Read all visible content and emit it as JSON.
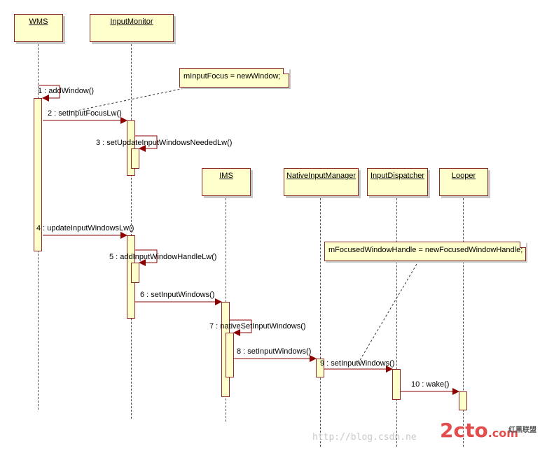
{
  "participants": [
    {
      "id": "wms",
      "label": "WMS"
    },
    {
      "id": "im",
      "label": "InputMonitor"
    },
    {
      "id": "ims",
      "label": "IMS"
    },
    {
      "id": "nim",
      "label": "NativeInputManager"
    },
    {
      "id": "idisp",
      "label": "InputDispatcher"
    },
    {
      "id": "looper",
      "label": "Looper"
    }
  ],
  "messages": [
    {
      "num": "1",
      "label": "1 : addWindow()"
    },
    {
      "num": "2",
      "label": "2 : setInputFocusLw()"
    },
    {
      "num": "3",
      "label": "3 : setUpdateInputWindowsNeededLw()"
    },
    {
      "num": "4",
      "label": "4 : updateInputWindowsLw()"
    },
    {
      "num": "5",
      "label": "5 : addInputWindowHandleLw()"
    },
    {
      "num": "6",
      "label": "6 : setInputWindows()"
    },
    {
      "num": "7",
      "label": "7 : nativeSetInputWindows()"
    },
    {
      "num": "8",
      "label": "8 : setInputWindows()"
    },
    {
      "num": "9",
      "label": "9 : setInputWindows()"
    },
    {
      "num": "10",
      "label": "10 : wake()"
    }
  ],
  "notes": [
    {
      "text": "mInputFocus = newWindow;"
    },
    {
      "text": "mFocusedWindowHandle = newFocusedWindowHandle;"
    }
  ],
  "watermark": {
    "url": "http://blog.csdn.ne",
    "logo": "2cto",
    "logo_suffix": ".com",
    "logo_cn": "红黑联盟"
  },
  "colors": {
    "box_fill": "#ffffcc",
    "box_border": "#8b2a2a",
    "arrow": "#8b0000",
    "lifeline": "#555555"
  }
}
